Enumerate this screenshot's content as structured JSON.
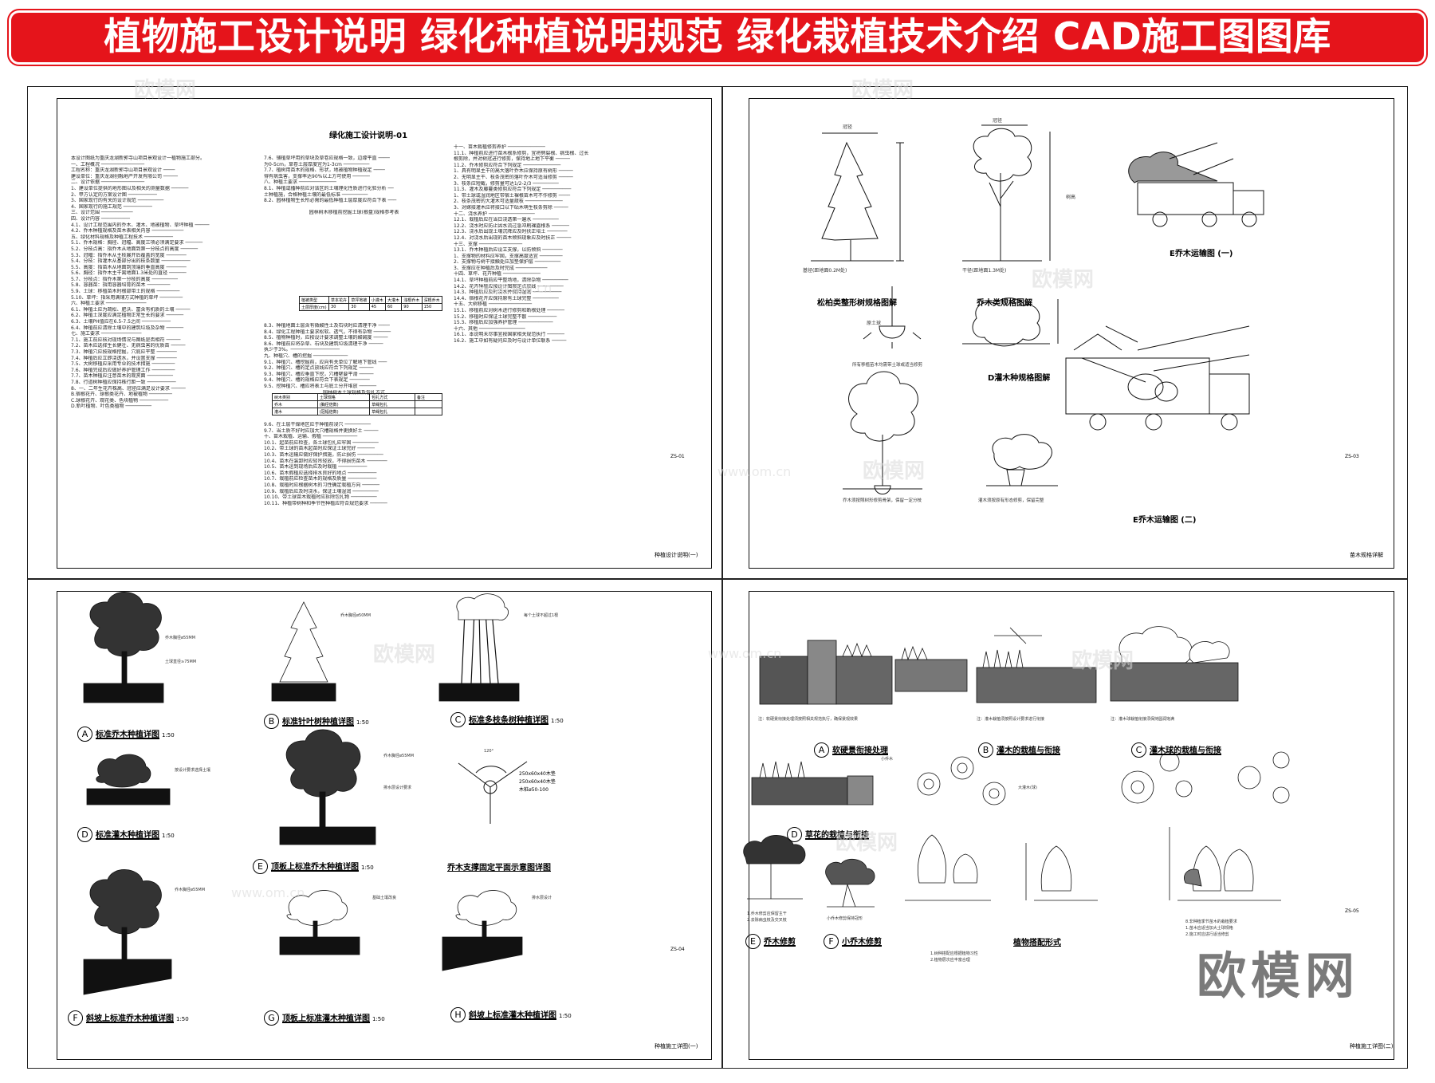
{
  "banner": {
    "title": "植物施工设计说明 绿化种植说明规范 绿化栽植技术介绍 CAD施工图图库",
    "background": "#e5141b"
  },
  "watermark": {
    "brand": "欧模网",
    "url": "www.om.cn",
    "corner_mark": "欧模网"
  },
  "sheet1": {
    "title": "绿化施工设计说明-01",
    "code": "ZS-01",
    "footer": "种植设计说明(一)",
    "table1_caption": "园林树木移植前挖掘土球(根盘)规格参考表",
    "table2_caption": "园林树木土球规格及包扎方式",
    "intro": "本设计图纸为重庆龙湖新郭寺山项目景观设计一植物施工部分。"
  },
  "sheet2": {
    "code": "ZS-03",
    "footer": "苗木规格详解",
    "labels": {
      "conifer": "松柏类整形树规格图解",
      "arbor": "乔木类规格图解",
      "shrub": "D灌木种规格图解",
      "truck1": "E乔木运输图 (一)",
      "truck2": "E乔木运输图 (二)"
    }
  },
  "sheet3": {
    "code": "ZS-04",
    "footer": "种植施工详图(一)",
    "scale": "1:50",
    "details": [
      {
        "letter": "A",
        "label": "标准乔木种植详图"
      },
      {
        "letter": "B",
        "label": "标准针叶树种植详图"
      },
      {
        "letter": "C",
        "label": "标准多枝条树种植详图"
      },
      {
        "letter": "D",
        "label": "标准灌木种植详图"
      },
      {
        "letter": "E",
        "label": "顶板上标准乔木种植详图"
      },
      {
        "letter": "F",
        "label": "斜坡上标准乔木种植详图"
      },
      {
        "letter": "G",
        "label": "顶板上标准灌木种植详图"
      },
      {
        "letter": "H",
        "label": "斜坡上标准灌木种植详图"
      }
    ],
    "support_label": "乔木支撑固定平面示意图详图",
    "support_dims": [
      "250x60x40木垫",
      "250x60x40木垫",
      "木桩ø50-100"
    ]
  },
  "sheet4": {
    "code": "ZS-05",
    "footer": "种植施工详图(二)",
    "details": [
      {
        "letter": "A",
        "label": "软硬景衔接处理"
      },
      {
        "letter": "B",
        "label": "灌木的栽植与衔接"
      },
      {
        "letter": "C",
        "label": "灌木球的栽植与衔接"
      },
      {
        "letter": "D",
        "label": "草花的栽植与衔接"
      },
      {
        "letter": "E",
        "label": "乔木修剪"
      },
      {
        "letter": "F",
        "label": "小乔木修剪"
      }
    ],
    "mid_label": "植物搭配形式"
  }
}
